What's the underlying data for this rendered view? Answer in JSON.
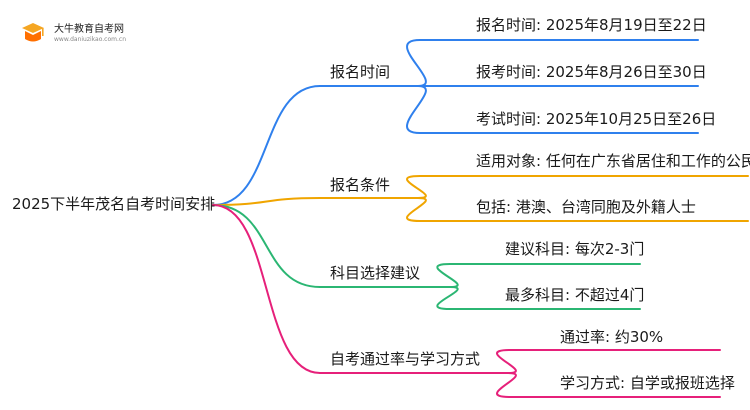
{
  "logo": {
    "title": "大牛教育自考网",
    "url": "www.daniuzikao.com.cn",
    "icon": "graduation-book-icon"
  },
  "root": {
    "label": "2025下半年茂名自考时间安排"
  },
  "branches": [
    {
      "id": "register-time",
      "label": "报名时间",
      "color": "#2f80ed",
      "children": [
        {
          "label": "报名时间: 2025年8月19日至22日"
        },
        {
          "label": "报考时间: 2025年8月26日至30日"
        },
        {
          "label": "考试时间: 2025年10月25日至26日"
        }
      ]
    },
    {
      "id": "register-condition",
      "label": "报名条件",
      "color": "#f0a500",
      "children": [
        {
          "label": "适用对象: 任何在广东省居住和工作的公民"
        },
        {
          "label": "包括: 港澳、台湾同胞及外籍人士"
        }
      ]
    },
    {
      "id": "subject-advice",
      "label": "科目选择建议",
      "color": "#2bb673",
      "children": [
        {
          "label": "建议科目: 每次2-3门"
        },
        {
          "label": "最多科目: 不超过4门"
        }
      ]
    },
    {
      "id": "pass-rate",
      "label": "自考通过率与学习方式",
      "color": "#e6207a",
      "children": [
        {
          "label": "通过率: 约30%"
        },
        {
          "label": "学习方式: 自学或报班选择"
        }
      ]
    }
  ]
}
